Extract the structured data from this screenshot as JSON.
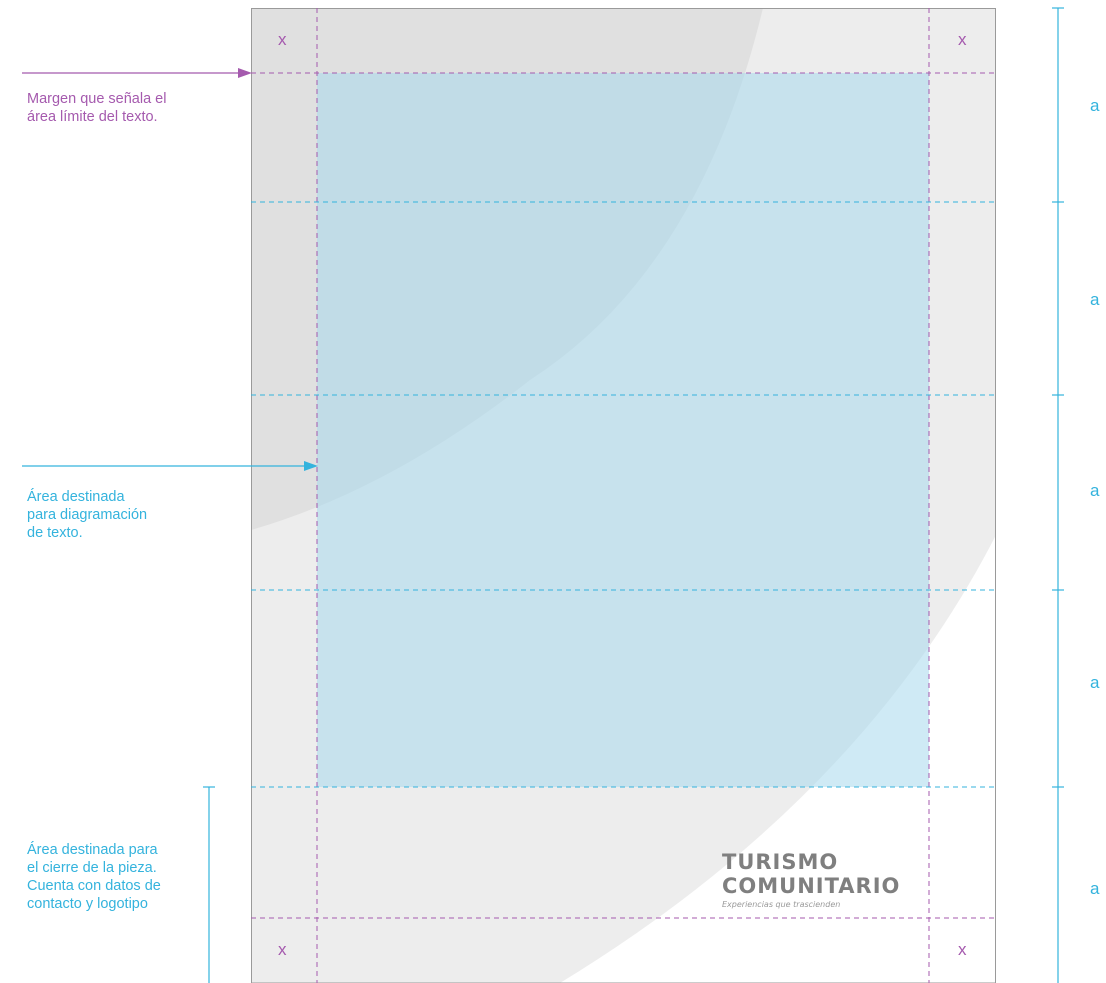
{
  "colors": {
    "magenta": "#a55aae",
    "cyan": "#34b3dd",
    "page_border": "#9a9a9a",
    "text_area_fill": "#bfe5f1",
    "gray_band": "#d9d9d9"
  },
  "annotations": {
    "margin_note": [
      "Margen que señala el",
      "área límite del texto."
    ],
    "text_area_note": [
      "Área destinada",
      "para diagramación",
      "de texto."
    ],
    "closing_note": [
      "Área destinada para",
      "el cierre de la pieza.",
      "Cuenta con datos de",
      "contacto y logotipo"
    ]
  },
  "corner_mark": "x",
  "module_labels": [
    "a",
    "a",
    "a",
    "a",
    "a"
  ],
  "logo": {
    "line1": "TURISMO",
    "line2": "COMUNITARIO",
    "tagline": "Experiencias que trascienden"
  }
}
